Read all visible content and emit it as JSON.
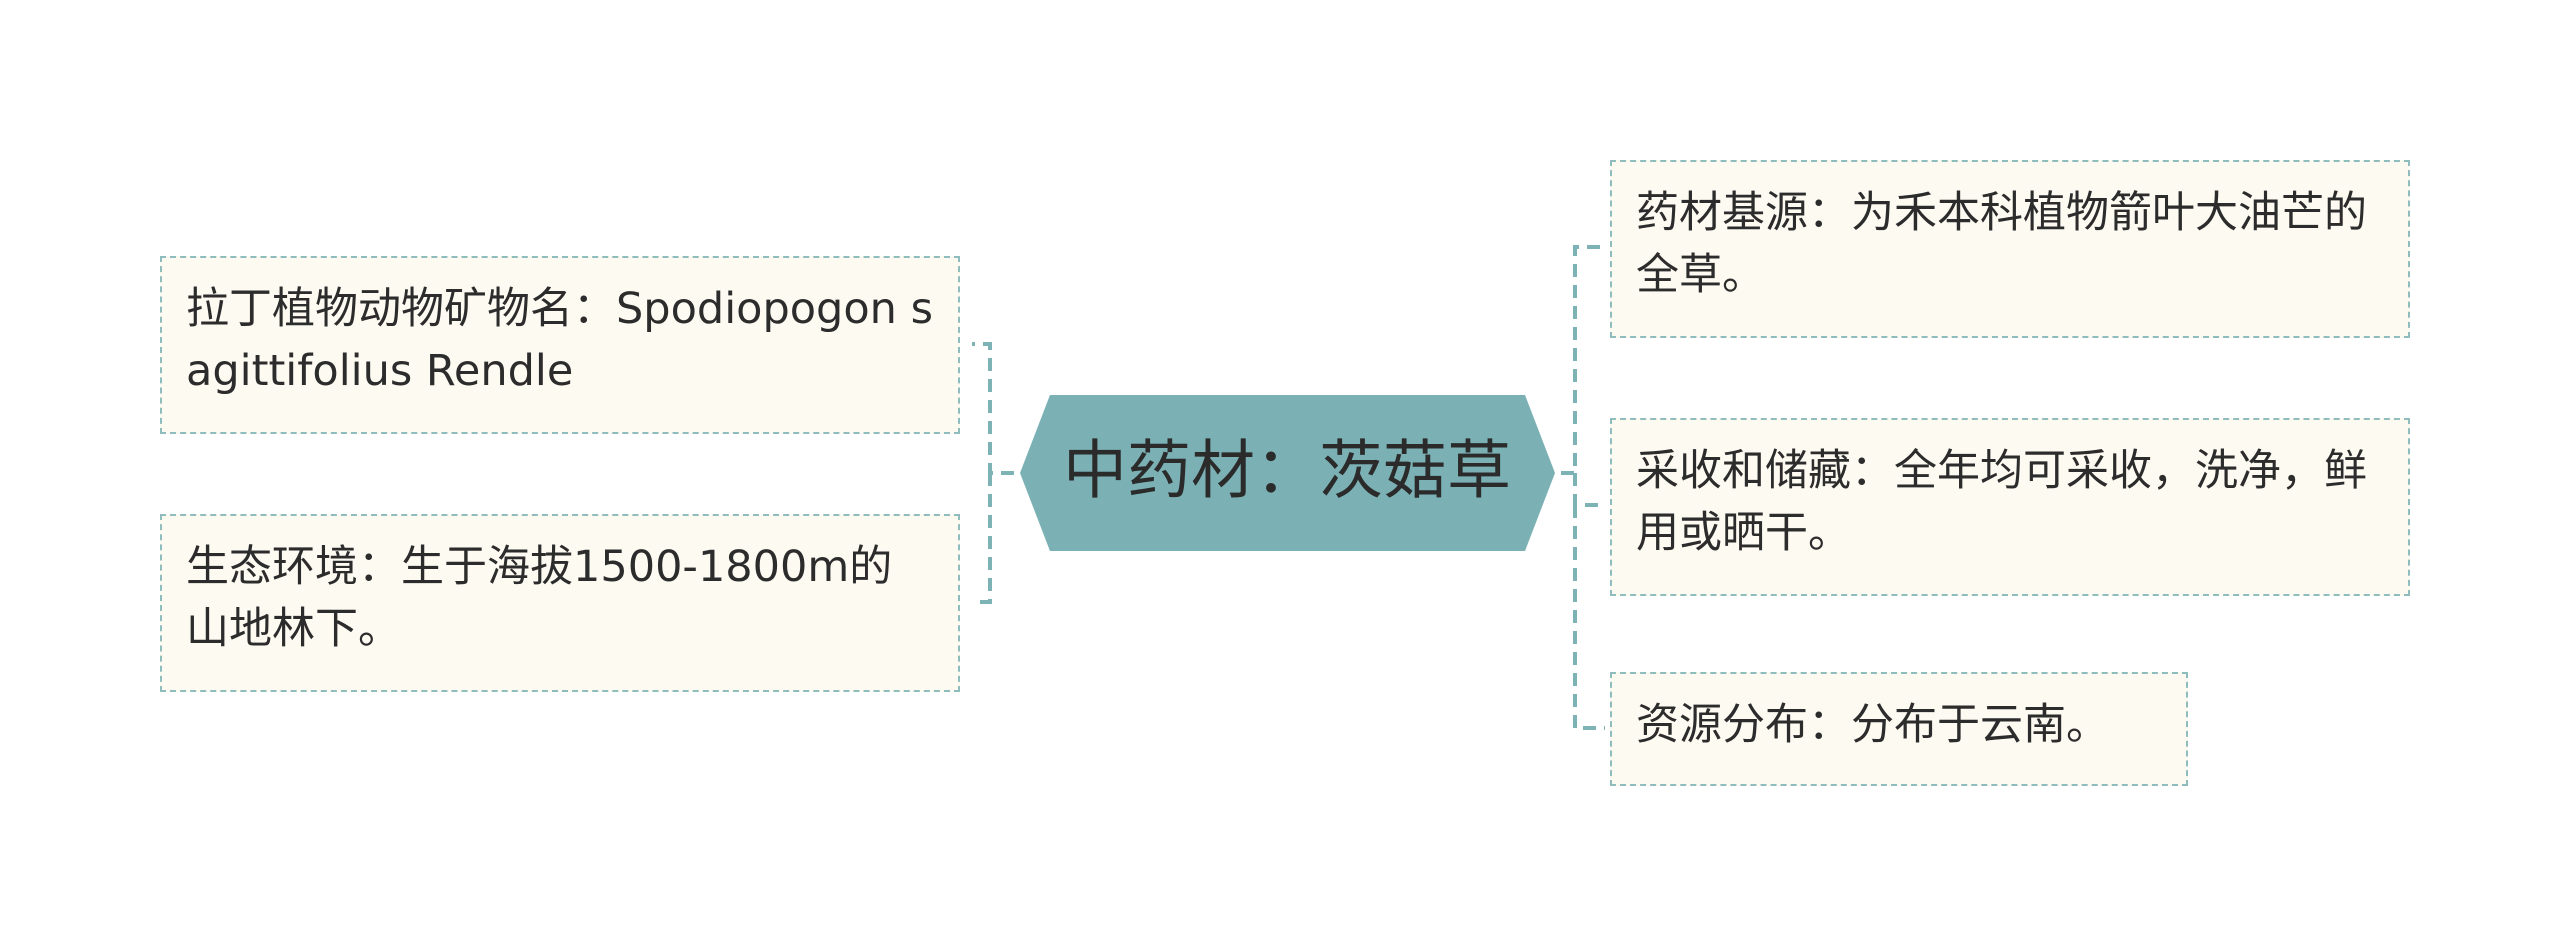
{
  "root": {
    "label": "中药材：茨菇草"
  },
  "left": [
    {
      "label": "拉丁植物动物矿物名：Spodiopogon sagittifolius Rendle"
    },
    {
      "label": "生态环境：生于海拔1500-1800m的山地林下。"
    }
  ],
  "right": [
    {
      "label": "药材基源：为禾本科植物箭叶大油芒的全草。"
    },
    {
      "label": "采收和储藏：全年均可采收，洗净，鲜用或晒干。"
    },
    {
      "label": "资源分布：分布于云南。"
    }
  ],
  "colors": {
    "root_fill": "#7bb1b5",
    "leaf_fill": "#fdfaf2",
    "leaf_border": "#8fbcbc",
    "connector": "#7eb3b6"
  }
}
